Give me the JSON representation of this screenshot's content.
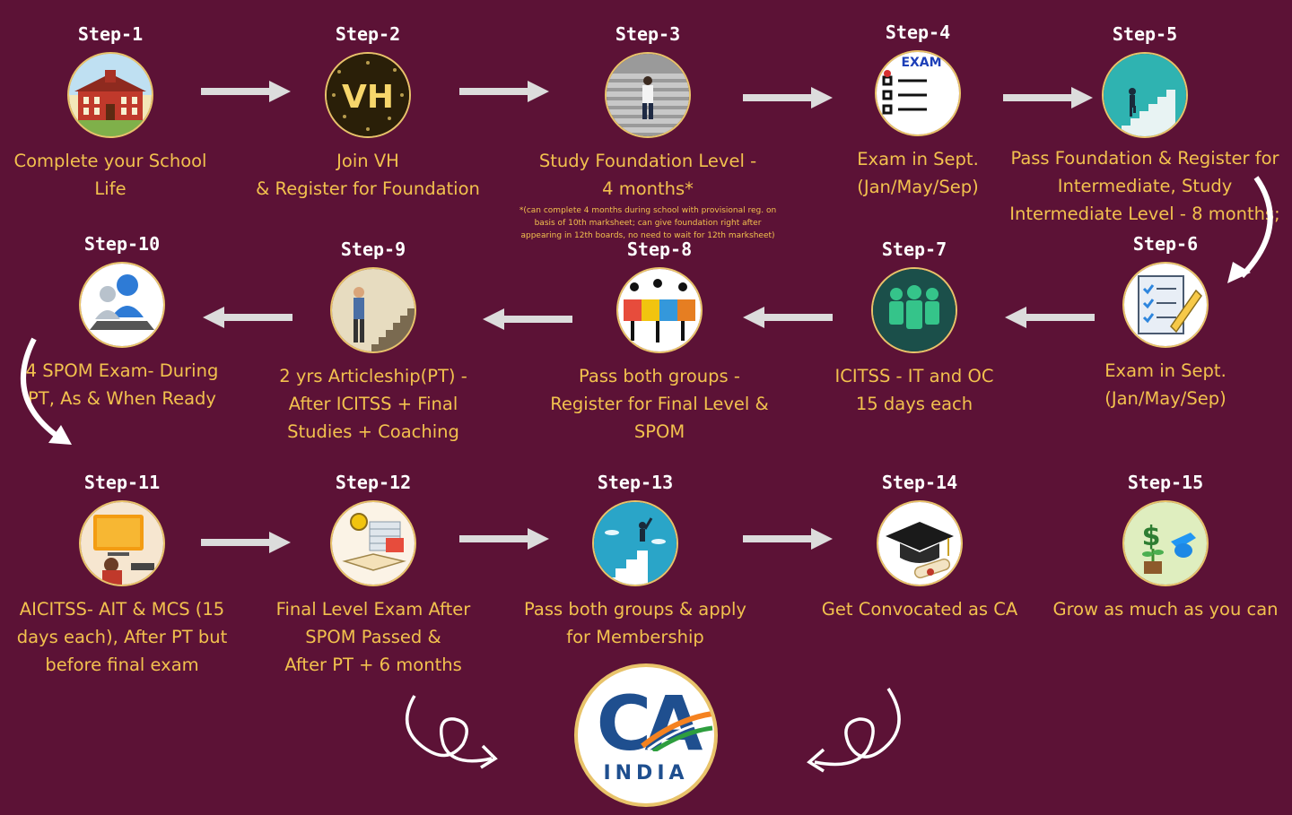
{
  "steps": [
    {
      "id": 1,
      "label": "Step-1",
      "lines": [
        "Complete your School",
        "Life"
      ],
      "icon": "school-icon"
    },
    {
      "id": 2,
      "label": "Step-2",
      "lines": [
        "Join VH",
        "& Register for Foundation"
      ],
      "icon": "vh-logo-icon",
      "icon_text": "VH"
    },
    {
      "id": 3,
      "label": "Step-3",
      "lines": [
        "Study Foundation Level -",
        "4 months*"
      ],
      "icon": "stairs-walker-icon",
      "note": "*(can complete 4 months during school with provisional reg. on basis of 10th marksheet; can give foundation right after appearing in 12th boards, no need to wait for 12th marksheet)"
    },
    {
      "id": 4,
      "label": "Step-4",
      "lines": [
        "Exam in Sept.",
        "(Jan/May/Sep)"
      ],
      "icon": "exam-checklist-icon",
      "icon_text": "EXAM"
    },
    {
      "id": 5,
      "label": "Step-5",
      "lines": [
        "Pass Foundation & Register for",
        "Intermediate, Study",
        "Intermediate Level - 8 months;"
      ],
      "icon": "climbing-stairs-icon"
    },
    {
      "id": 6,
      "label": "Step-6",
      "lines": [
        "Exam in Sept.",
        "(Jan/May/Sep)"
      ],
      "icon": "checklist-pencil-icon"
    },
    {
      "id": 7,
      "label": "Step-7",
      "lines": [
        "ICITSS - IT and OC",
        "15 days each"
      ],
      "icon": "team-icon"
    },
    {
      "id": 8,
      "label": "Step-8",
      "lines": [
        "Pass both groups -",
        "Register for Final Level &",
        "SPOM"
      ],
      "icon": "puzzle-team-icon"
    },
    {
      "id": 9,
      "label": "Step-9",
      "lines": [
        "2 yrs Articleship(PT) -",
        "After ICITSS + Final",
        "Studies + Coaching"
      ],
      "icon": "man-stairs-icon"
    },
    {
      "id": 10,
      "label": "Step-10",
      "lines": [
        "4 SPOM Exam- During",
        "PT, As & When Ready"
      ],
      "icon": "laptop-user-icon"
    },
    {
      "id": 11,
      "label": "Step-11",
      "lines": [
        "AICITSS- AIT & MCS (15",
        "days each), After PT but",
        "before final exam"
      ],
      "icon": "computer-training-icon"
    },
    {
      "id": 12,
      "label": "Step-12",
      "lines": [
        "Final Level Exam After",
        "SPOM Passed &",
        "After PT + 6 months"
      ],
      "icon": "books-clock-icon"
    },
    {
      "id": 13,
      "label": "Step-13",
      "lines": [
        "Pass both groups & apply",
        "for Membership"
      ],
      "icon": "success-stairs-icon"
    },
    {
      "id": 14,
      "label": "Step-14",
      "lines": [
        "Get Convocated as CA"
      ],
      "icon": "graduation-cap-icon"
    },
    {
      "id": 15,
      "label": "Step-15",
      "lines": [
        "Grow as much as you can"
      ],
      "icon": "money-plant-icon",
      "icon_text": "$"
    }
  ],
  "logo": {
    "letters": "CA",
    "text": "INDIA"
  },
  "colors": {
    "background": "#5c1236",
    "step_text": "#f2c14e",
    "step_label": "#ffffff",
    "border": "#e8c36a",
    "arrow": "#dcdcdc"
  }
}
